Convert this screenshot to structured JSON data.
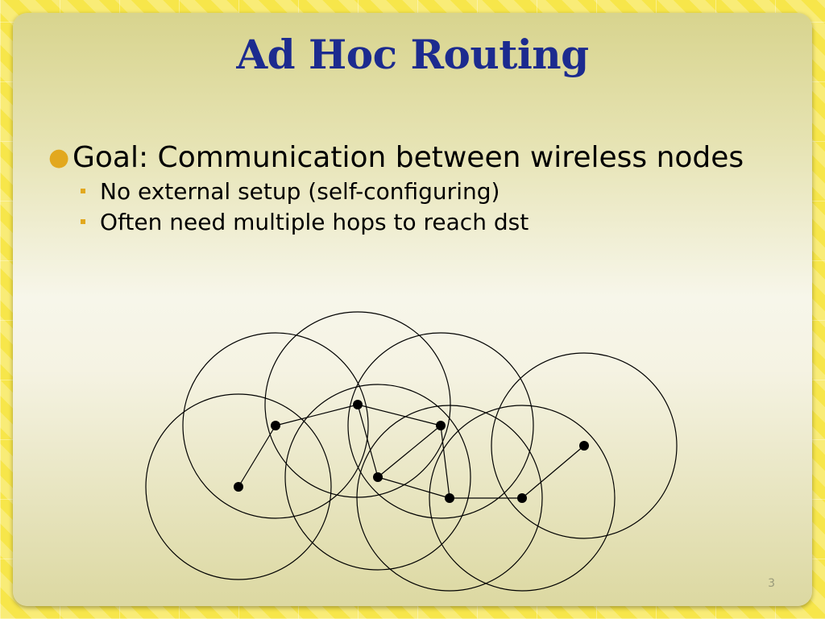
{
  "slide": {
    "title": "Ad Hoc Routing",
    "bullets": [
      {
        "text": "Goal:  Communication between wireless nodes",
        "sub": [
          "No external setup (self-configuring)",
          "Often need multiple hops to reach dst"
        ]
      }
    ],
    "page_number": "3"
  },
  "diagram": {
    "nodes": [
      "n1",
      "n2",
      "n3",
      "n4",
      "n5",
      "n6",
      "n7",
      "n8"
    ],
    "links": [
      [
        "n1",
        "n2"
      ],
      [
        "n2",
        "n3"
      ],
      [
        "n3",
        "n4"
      ],
      [
        "n3",
        "n5"
      ],
      [
        "n4",
        "n5"
      ],
      [
        "n4",
        "n6"
      ],
      [
        "n5",
        "n6"
      ],
      [
        "n6",
        "n7"
      ],
      [
        "n7",
        "n8"
      ]
    ],
    "colors": {
      "stroke": "#000000",
      "node": "#000000"
    }
  }
}
